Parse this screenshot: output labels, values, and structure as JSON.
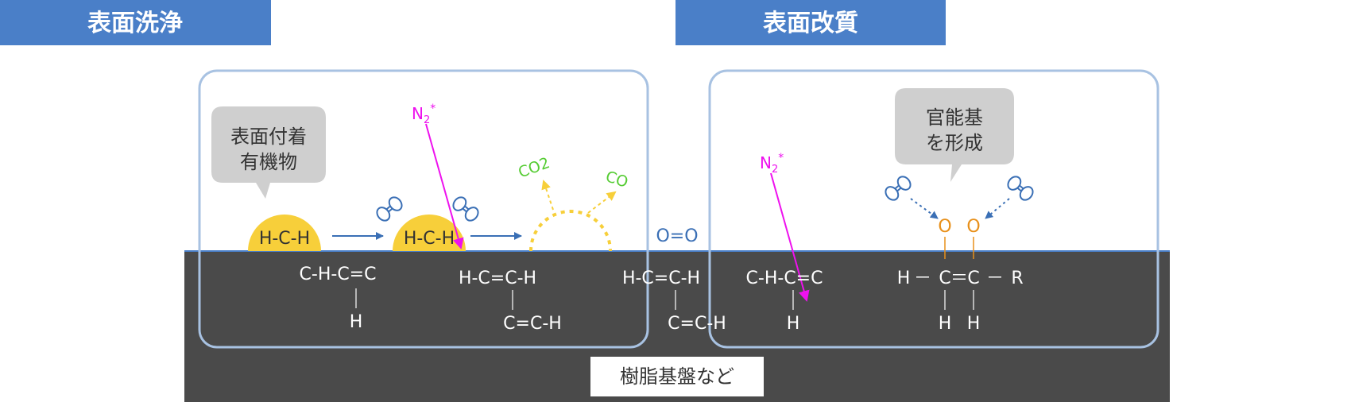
{
  "headers": {
    "left": "表面洗浄",
    "right": "表面改質"
  },
  "left_panel": {
    "bubble_line1": "表面付着",
    "bubble_line2": "有機物",
    "organic1": "H-C-H",
    "organic2": "H-C-H",
    "n2_main": "N",
    "n2_sub": "2",
    "n2_sup": "*",
    "o2_a": "O=O",
    "o2_b": "O=O",
    "co2": "CO2",
    "co": "CO"
  },
  "middle": {
    "o2": "O=O"
  },
  "right_panel": {
    "bubble_line1": "官能基",
    "bubble_line2": "を形成",
    "n2_main": "N",
    "n2_sub": "2",
    "n2_sup": "*",
    "o2_a": "O=O",
    "o2_b": "O=O",
    "o_left": "O",
    "o_right": "O"
  },
  "substrate": {
    "m1_top": "C-H-C=C",
    "m1_bottom": "H",
    "m2_top": "H-C=C-H",
    "m2_bottom": "C=C-H",
    "m3_top": "H-C=C-H",
    "m3_bottom": "C=C-H",
    "m4_top": "C-H-C=C",
    "m4_bottom": "H",
    "m5_H1": "H",
    "m5_dash1": "－",
    "m5_C1": "C",
    "m5_eq": "＝",
    "m5_C2": "C",
    "m5_dash2": "－",
    "m5_R": "R",
    "m5_Hb1": "H",
    "m5_Hb2": "H",
    "label": "樹脂基盤など"
  },
  "colors": {
    "header": "#4a7fc8",
    "substrate": "#4a4a4a",
    "organic": "#f7cf3a",
    "n2": "#ee11ee",
    "gas": "#55cc33",
    "oxygen": "#3a6fb5",
    "o_atom": "#e8901a",
    "panel_border": "#a8c2e2"
  }
}
